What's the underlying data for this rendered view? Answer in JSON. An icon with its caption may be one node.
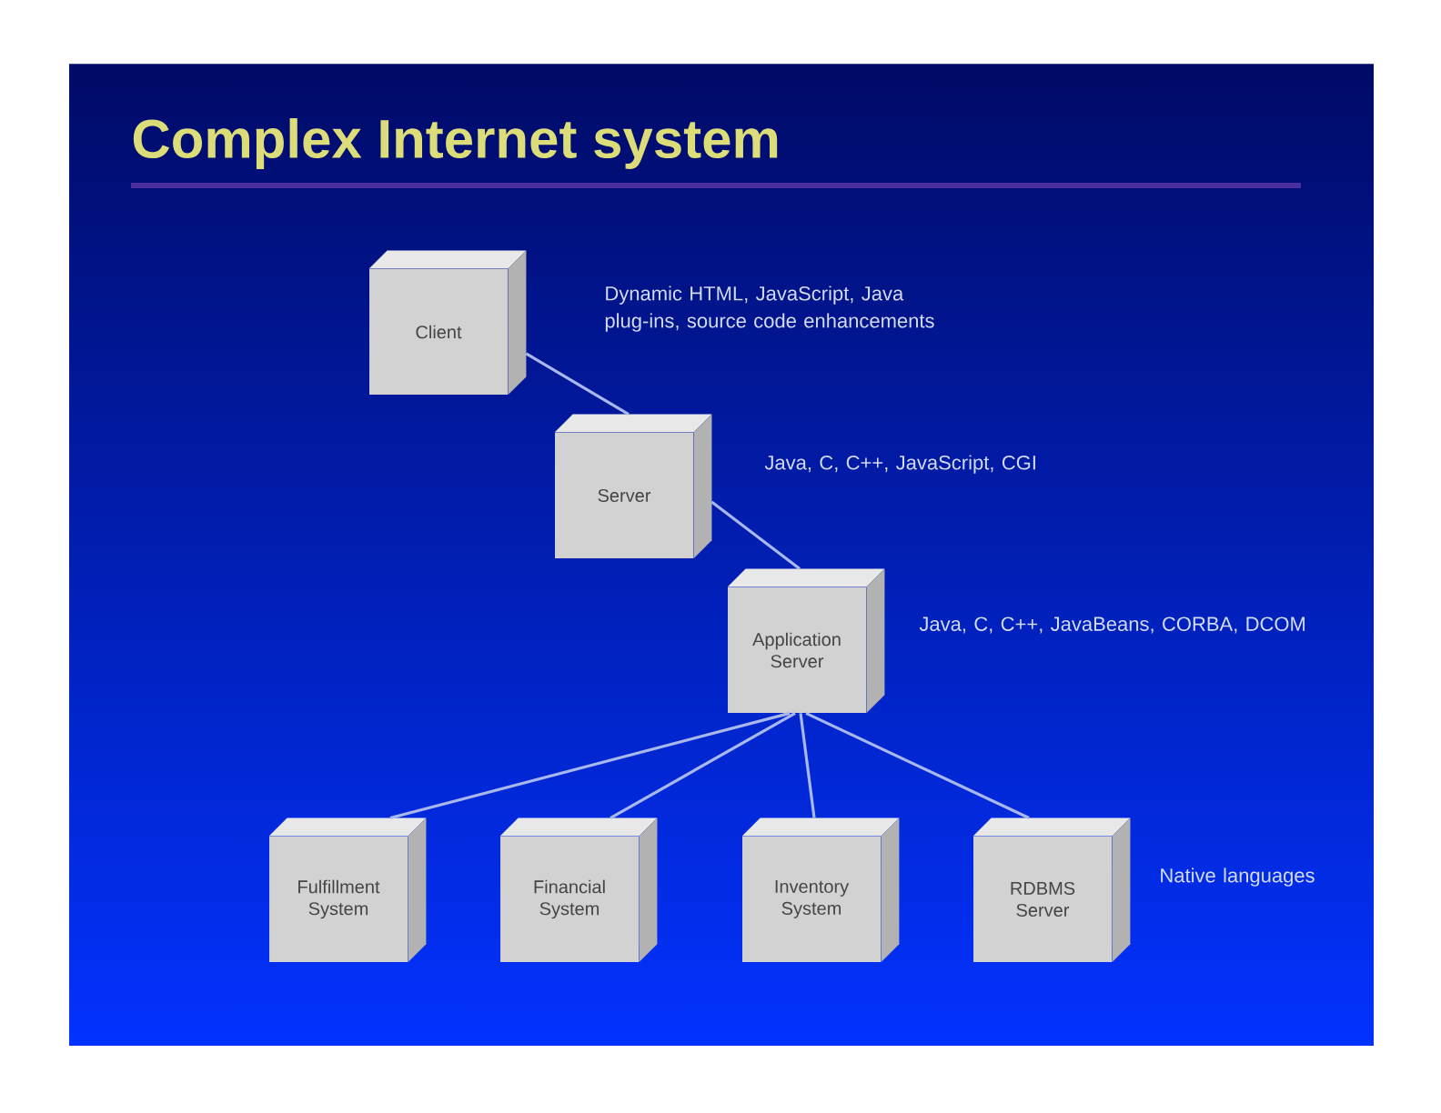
{
  "diagram": {
    "title": "Complex Internet system",
    "nodes": [
      {
        "text": [
          "Client"
        ],
        "beside": [
          "Dynamic HTML, JavaScript, Java plug-ins, source code enhancements"
        ]
      },
      {
        "text": [
          "Server"
        ],
        "beside": [
          "Java, C, C++, JavaScript, CGI"
        ]
      },
      {
        "text": [
          "Application Server"
        ],
        "beside": [
          "Java, C, C++, JavaBeans, CORBA, DCOM"
        ]
      },
      {
        "text": [
          "Fulfillment System"
        ]
      },
      {
        "text": [
          "Financial System"
        ]
      },
      {
        "text": [
          "Inventory System"
        ]
      },
      {
        "text": [
          "RDBMS Server"
        ],
        "beside": [
          "Native languages"
        ]
      }
    ],
    "edges": [
      {
        "from": 0,
        "to": 1,
        "arrow": "none"
      },
      {
        "from": 1,
        "to": 2,
        "arrow": "none"
      },
      {
        "from": 2,
        "to": 3,
        "arrow": "none"
      },
      {
        "from": 2,
        "to": 4,
        "arrow": "none"
      },
      {
        "from": 2,
        "to": 5,
        "arrow": "none"
      },
      {
        "from": 2,
        "to": 6,
        "arrow": "none"
      }
    ]
  }
}
